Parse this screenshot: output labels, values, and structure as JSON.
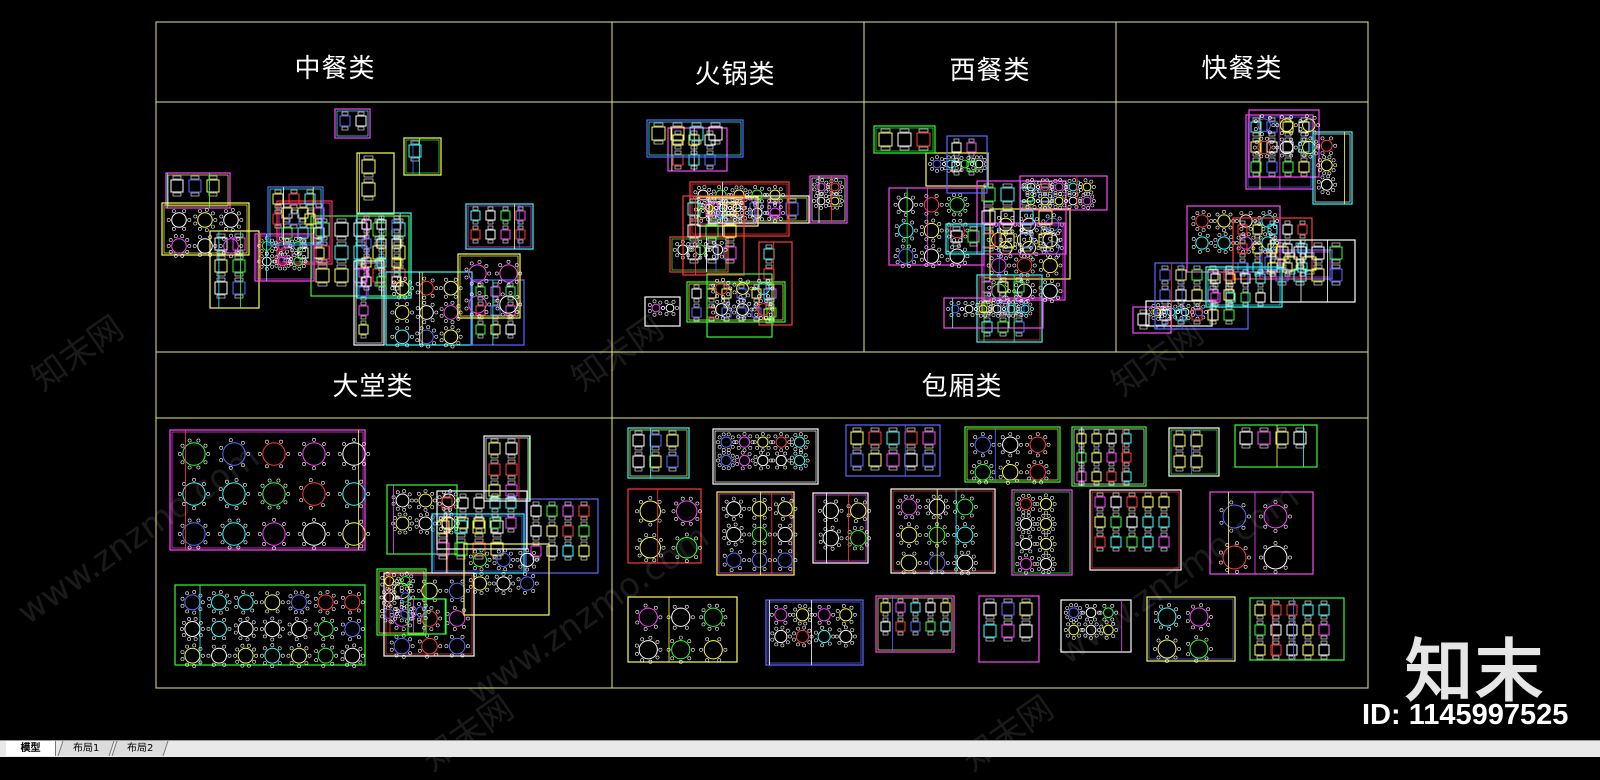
{
  "sections": {
    "chinese": "中餐类",
    "hotpot": "火锅类",
    "western": "西餐类",
    "fastfood": "快餐类",
    "hall": "大堂类",
    "private_room": "包厢类"
  },
  "watermark": {
    "site": "www.znzmo.com",
    "brand_cn": "知末网"
  },
  "brand": {
    "logo": "知末",
    "id_text": "ID: 1145997525"
  },
  "tabs": {
    "model": "模型",
    "layout1": "布局1",
    "layout2": "布局2"
  },
  "colors": {
    "frame": "#e8e87a",
    "cad_yellow": "#ffff4d",
    "cad_white": "#ffffff",
    "cad_red": "#ff3b3b",
    "cad_green": "#33ff33",
    "cad_magenta": "#ff44ff",
    "cad_cyan": "#33ffff",
    "cad_blue": "#5a6cff",
    "background": "#000000"
  }
}
